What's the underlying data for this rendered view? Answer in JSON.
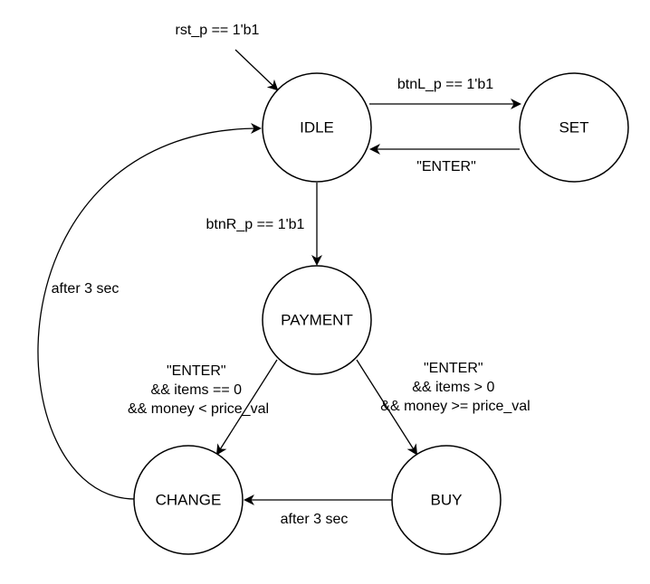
{
  "diagram": {
    "states": {
      "idle": "IDLE",
      "set": "SET",
      "payment": "PAYMENT",
      "change": "CHANGE",
      "buy": "BUY"
    },
    "transitions": {
      "reset": [
        "rst_p == 1'b1"
      ],
      "idle_to_set": [
        "btnL_p == 1'b1"
      ],
      "set_to_idle": [
        "\"ENTER\""
      ],
      "idle_to_payment": [
        "btnR_p == 1'b1"
      ],
      "payment_to_change": [
        "\"ENTER\"",
        "&& items == 0",
        "&& money < price_val"
      ],
      "payment_to_buy": [
        "\"ENTER\"",
        "&& items > 0",
        "&& money >= price_val"
      ],
      "buy_to_change": [
        "after 3 sec"
      ],
      "change_to_idle": [
        "after 3 sec"
      ]
    }
  }
}
